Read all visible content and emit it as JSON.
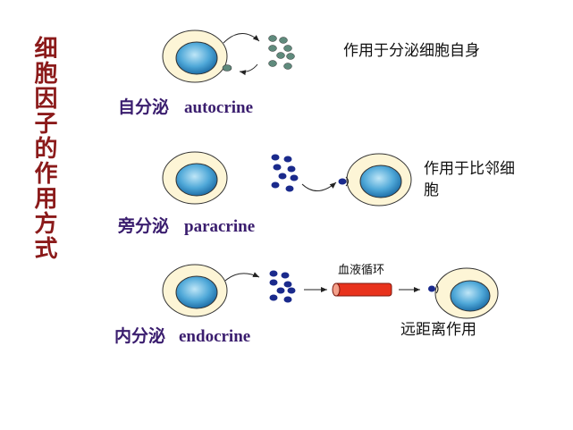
{
  "title": "细胞因子的作用方式",
  "rows": [
    {
      "label_cn": "自分泌",
      "label_en": "autocrine",
      "description": "作用于分泌细胞自身"
    },
    {
      "label_cn": "旁分泌",
      "label_en": "paracrine",
      "description_line1": "作用于比邻细",
      "description_line2": "胞"
    },
    {
      "label_cn": "内分泌",
      "label_en": "endocrine",
      "vessel_label": "血液循环",
      "description": "远距离作用"
    }
  ],
  "colors": {
    "title": "#8b1a1a",
    "label": "#3a1d6e",
    "cytokine_auto": "#5f8a7c",
    "cytokine_blue": "#1a2a8c",
    "vessel": "#e8321c"
  }
}
